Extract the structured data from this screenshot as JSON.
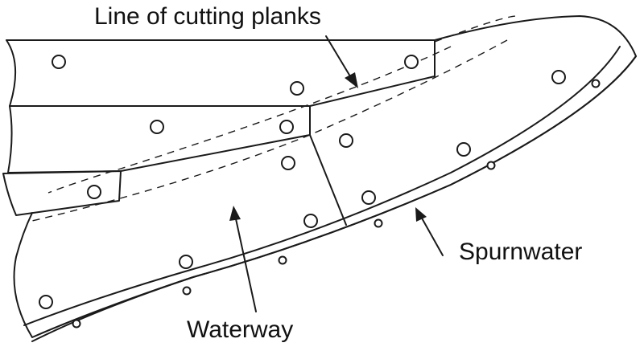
{
  "labels": {
    "cutting": "Line of cutting planks",
    "spurnwater": "Spurnwater",
    "waterway": "Waterway"
  },
  "colors": {
    "ink": "#1a1a1a",
    "background": "#ffffff"
  }
}
